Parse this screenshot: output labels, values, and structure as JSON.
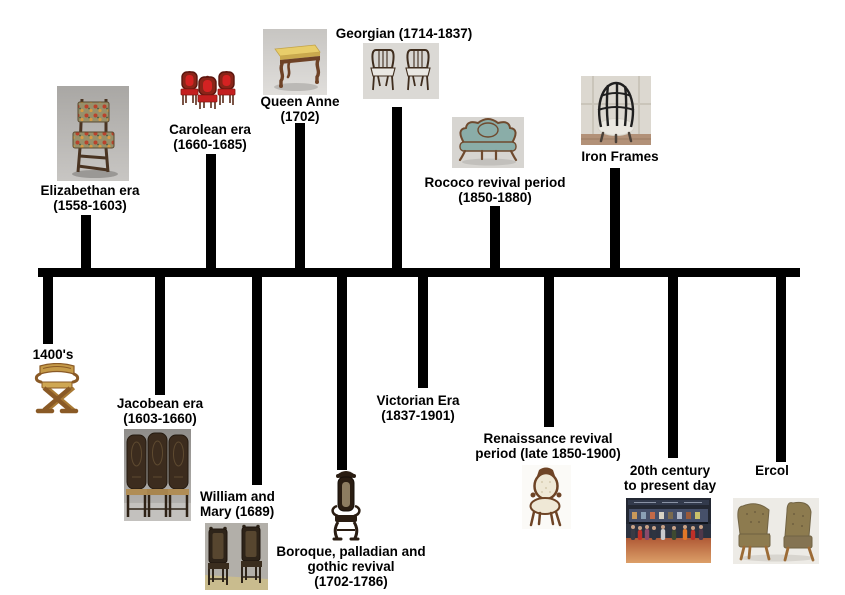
{
  "diagram": {
    "type": "timeline",
    "subject": "History of chair and furniture design eras",
    "colors": {
      "background": "#ffffff",
      "timeline_bar": "#000000",
      "text": "#000000"
    }
  },
  "timeline": {
    "above": [
      {
        "id": "elizabethan",
        "label": "Elizabethan era\n(1558-1603)",
        "photo": "upholstered floral side chair on grey studio backdrop"
      },
      {
        "id": "carolean",
        "label": "Carolean era\n(1660-1685)",
        "photo": "set of three carved red upholstered chairs"
      },
      {
        "id": "queen-anne",
        "label": "Queen Anne\n(1702)",
        "photo": "stool with yellow upholstered top and cabriole legs"
      },
      {
        "id": "georgian",
        "label": "Georgian (1714-1837)",
        "photo": "pair of dark wood chairs with pierced splats and pale seats"
      },
      {
        "id": "rococo-revival",
        "label": "Rococo revival period\n(1850-1880)",
        "photo": "teal upholstered settee with walnut trim"
      },
      {
        "id": "iron-frames",
        "label": "Iron Frames",
        "photo": "iron hoop frame chair with round upholstered base"
      }
    ],
    "below": [
      {
        "id": "1400s",
        "label": "1400's",
        "photo": "wooden X-frame folding chair"
      },
      {
        "id": "jacobean",
        "label": "Jacobean era\n(1603-1660)",
        "photo": "set of dark carved high-back chairs"
      },
      {
        "id": "william-and-mary",
        "label": "William and\nMary (1689)",
        "photo": "two tall dark cane-back armchairs"
      },
      {
        "id": "boroque-palladian-gothic",
        "label": "Boroque, palladian and\ngothic revival\n(1702-1786)",
        "photo": "tall ornate carved dark chair"
      },
      {
        "id": "victorian",
        "label": "Victorian Era\n(1837-1901)",
        "photo": null
      },
      {
        "id": "renaissance-revival",
        "label": "Renaissance revival\nperiod (late 1850-1900)",
        "photo": "walnut chair with tufted cream upholstery"
      },
      {
        "id": "20th-century",
        "label": "20th century\nto present day",
        "photo": "museum gallery with chairs on display and visitors"
      },
      {
        "id": "ercol",
        "label": "Ercol",
        "photo": "two olive-brown wing-back easy chairs"
      }
    ]
  }
}
